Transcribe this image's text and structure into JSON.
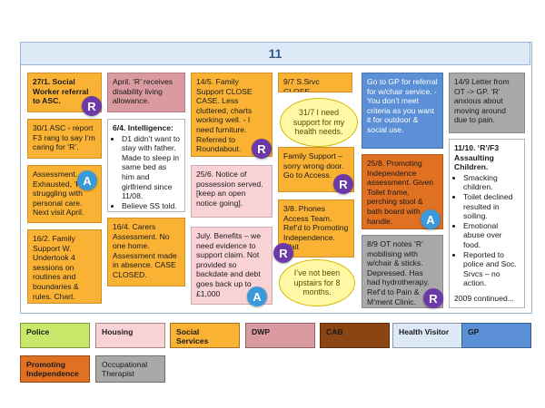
{
  "header": {
    "title": "11"
  },
  "notes": {
    "n1": "27/1. Social Worker referral to ASC.",
    "n2": "30/1 ASC - report F3 rang to say I’m caring for ‘R’.",
    "n3": "Assessment. Exhausted, ‘R’ struggling with personal care. Next visit April.",
    "n4": "16/2. Family Support W. Undertook 4 sessions on routines and boundaries & rules. Chart.",
    "n5": "April. ‘R’ receives disability living allowance.",
    "n6_title": "6/4. Intelligence:",
    "n6_items": [
      "D1 didn’t want to stay with father. Made to sleep in same bed as him and girlfriend since 11/08.",
      "Believe SS told."
    ],
    "n7": "16/4. Carers Assessment. No one home. Assessment made in absence. CASE CLOSED.",
    "n8": "14/5. Family Support CLOSE CASE. Less cluttered, charts working well. - I need furniture. Referred to Roundabout.",
    "n9": "25/6. Notice of possession served. [keep an open notice going].",
    "n10": "July. Benefits – we need evidence to support claim. Not provided so backdate and debt goes back up to £1,000",
    "n11": "9/7 S.Srvc CLOSE.",
    "n12": "Family Support – sorry wrong door. Go to Access.",
    "n13": "3/8. Phones Access Team. Ref’d to Promoting Independence. Wait",
    "n14": "Go to GP for referral for w/chair service. - You don’t meet criteria as you want it for outdoor & social use.",
    "n15": "25/8. Promoting Independence assessment. Given Toilet frame, perching stool & bath board with handle.",
    "n16": "8/9 OT notes ‘R’ mobilising with w/chair & sticks. Depressed. Has had hydrotherapy. Ref’d to Pain & M’ment Clinic.",
    "n17": "14/9 Letter from OT -> GP. ‘R’ anxious about moving around due to pain.",
    "n18_title": "11/10. ‘R’/F3 Assaulting Children.",
    "n18_items": [
      "Smacking children.",
      "Toilet declined resulted in soiling.",
      "Emotional abuse over food.",
      "Reported to police and Soc. Srvcs – no action."
    ],
    "n18_footer": "2009 continued..."
  },
  "bubbles": {
    "b1": "31/7 I need support for my health needs.",
    "b2": "I’ve not been upstairs for 8 months."
  },
  "badges": {
    "r": "R",
    "a": "A"
  },
  "legend": [
    "Police",
    "Housing",
    "Social Services",
    "DWP",
    "CAB",
    "Health Visitor",
    "GP",
    "Promoting Independence",
    "Occupational Therapist"
  ],
  "colors": {
    "police": "#c7e86b",
    "housing": "#f9d2d6",
    "social_services": "#f9b233",
    "dwp": "#d99aa0",
    "cab": "#8b4513",
    "health_visitor": "#dde9f6",
    "gp": "#5b8fd6",
    "promoting_independence": "#e07022",
    "occupational_therapist": "#a9a9a9"
  }
}
